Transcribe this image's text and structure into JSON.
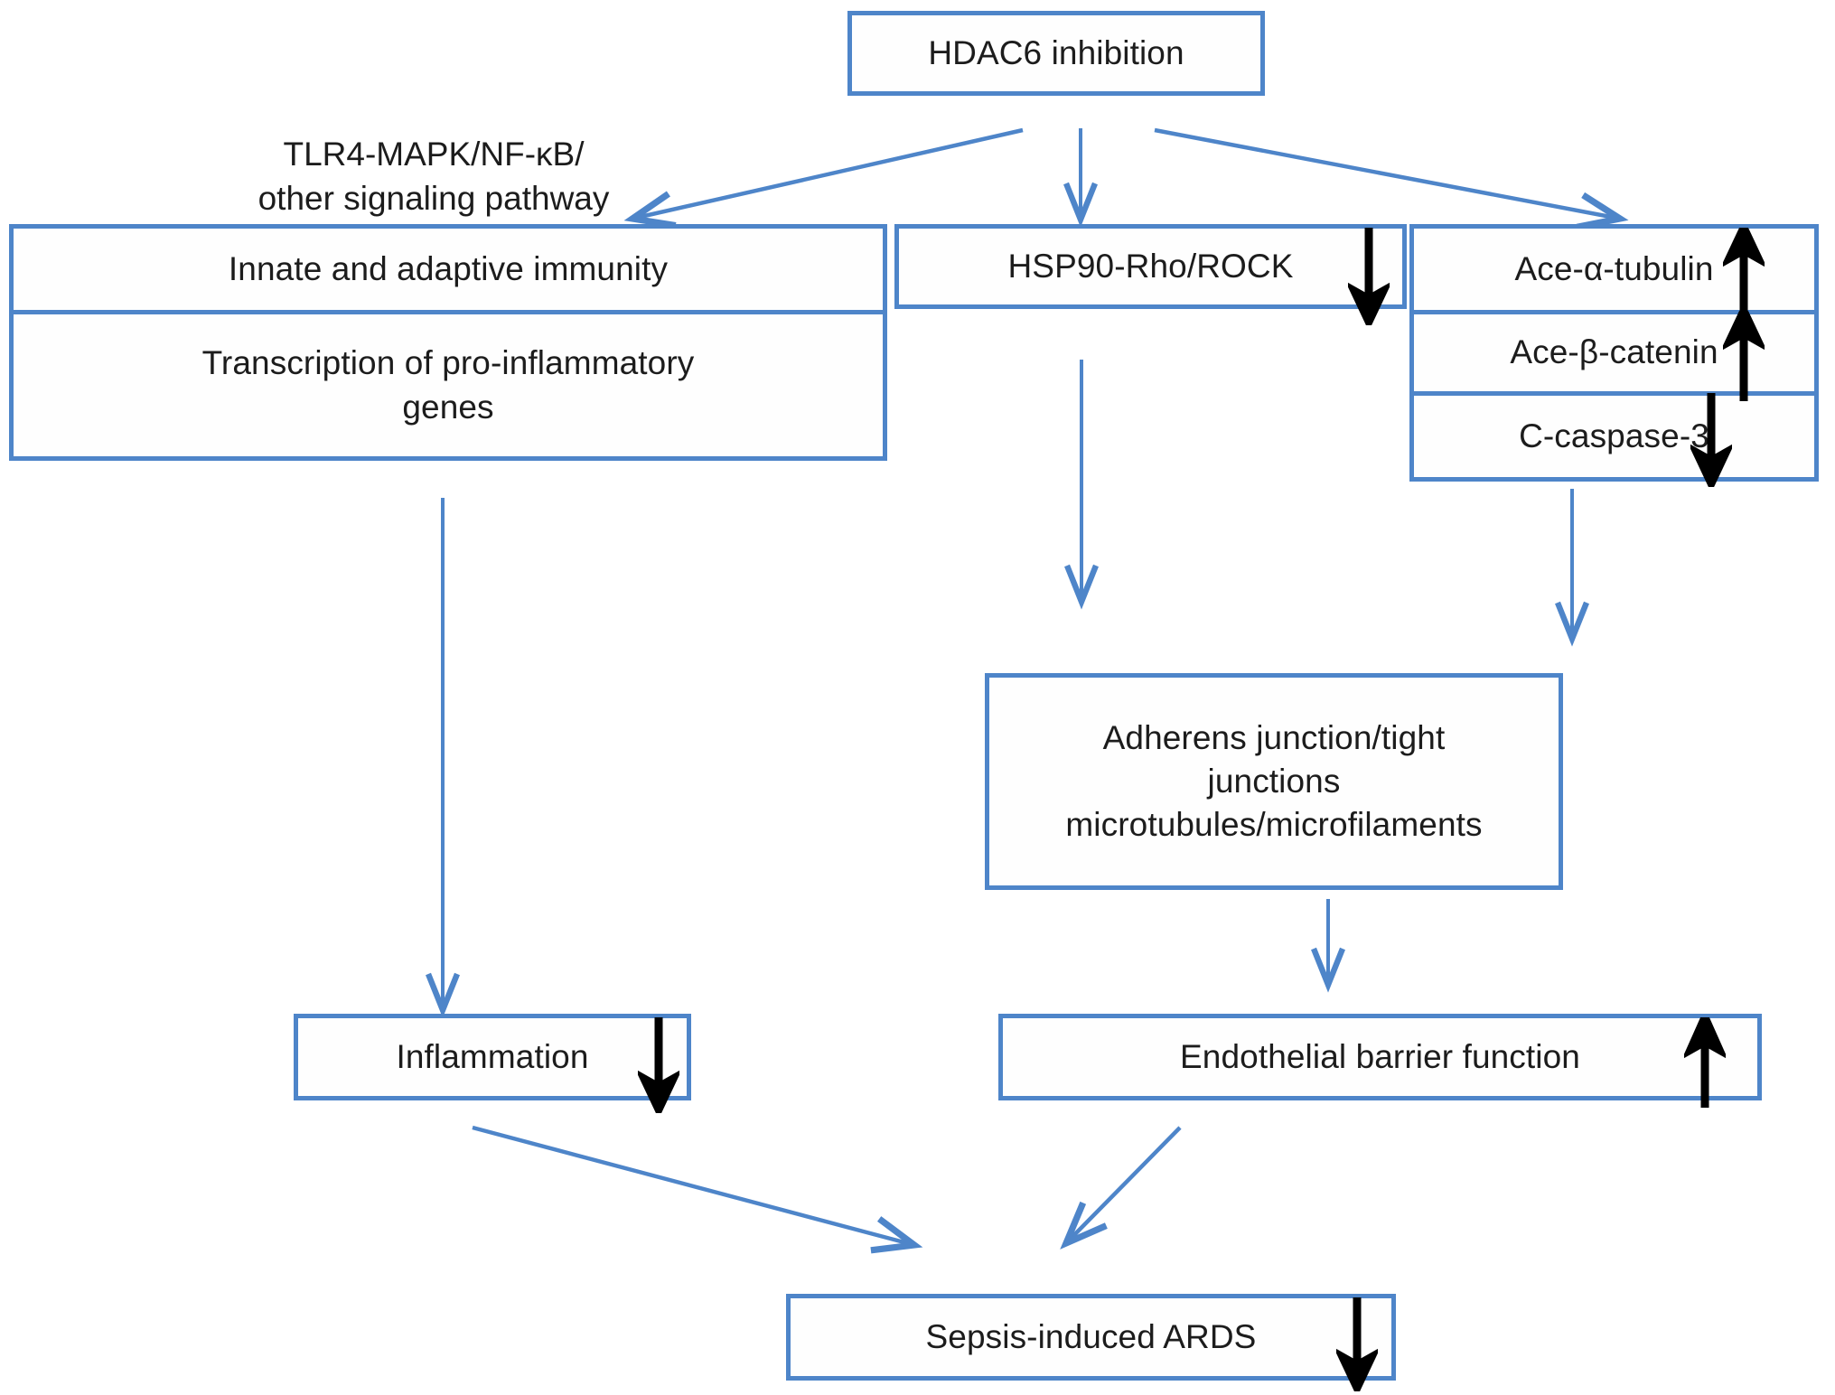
{
  "figure": {
    "type": "flowchart",
    "title": "HDAC6 inhibition signaling pathway in sepsis-induced ARDS",
    "accent_color": "#4e85c9",
    "arrow_color_black": "#000000",
    "background": "#ffffff"
  },
  "nodes": {
    "hdac6": {
      "label": "HDAC6 inhibition"
    },
    "pathway_note": {
      "label": "TLR4-MAPK/NF-κB/\nother signaling pathway"
    },
    "immunity": {
      "label": "Innate and adaptive immunity"
    },
    "transcription": {
      "label": "Transcription of pro-inflammatory\ngenes"
    },
    "hsp90": {
      "label": "HSP90-Rho/ROCK",
      "indicator": "down"
    },
    "ace_tubulin": {
      "label": "Ace-α-tubulin",
      "indicator": "up"
    },
    "ace_catenin": {
      "label": "Ace-β-catenin",
      "indicator": "up"
    },
    "caspase3": {
      "label": "C-caspase-3",
      "indicator": "down"
    },
    "junctions": {
      "label": "Adherens junction/tight\njunctions\nmicrotubules/microfilaments"
    },
    "inflammation": {
      "label": "Inflammation",
      "indicator": "down"
    },
    "endothelial": {
      "label": "Endothelial barrier function",
      "indicator": "up"
    },
    "ards": {
      "label": "Sepsis-induced ARDS",
      "indicator": "down"
    }
  },
  "edges": [
    {
      "from": "hdac6",
      "to": "immunity",
      "style": "diagonal-left"
    },
    {
      "from": "hdac6",
      "to": "hsp90",
      "style": "vertical"
    },
    {
      "from": "hdac6",
      "to": "ace_tubulin",
      "style": "diagonal-right"
    },
    {
      "from": "transcription",
      "to": "inflammation",
      "style": "vertical"
    },
    {
      "from": "hsp90",
      "to": "junctions",
      "style": "vertical"
    },
    {
      "from": "caspase3",
      "to": "junctions",
      "style": "vertical"
    },
    {
      "from": "junctions",
      "to": "endothelial",
      "style": "vertical"
    },
    {
      "from": "inflammation",
      "to": "ards",
      "style": "diagonal-right-down"
    },
    {
      "from": "endothelial",
      "to": "ards",
      "style": "diagonal-left-down"
    }
  ]
}
